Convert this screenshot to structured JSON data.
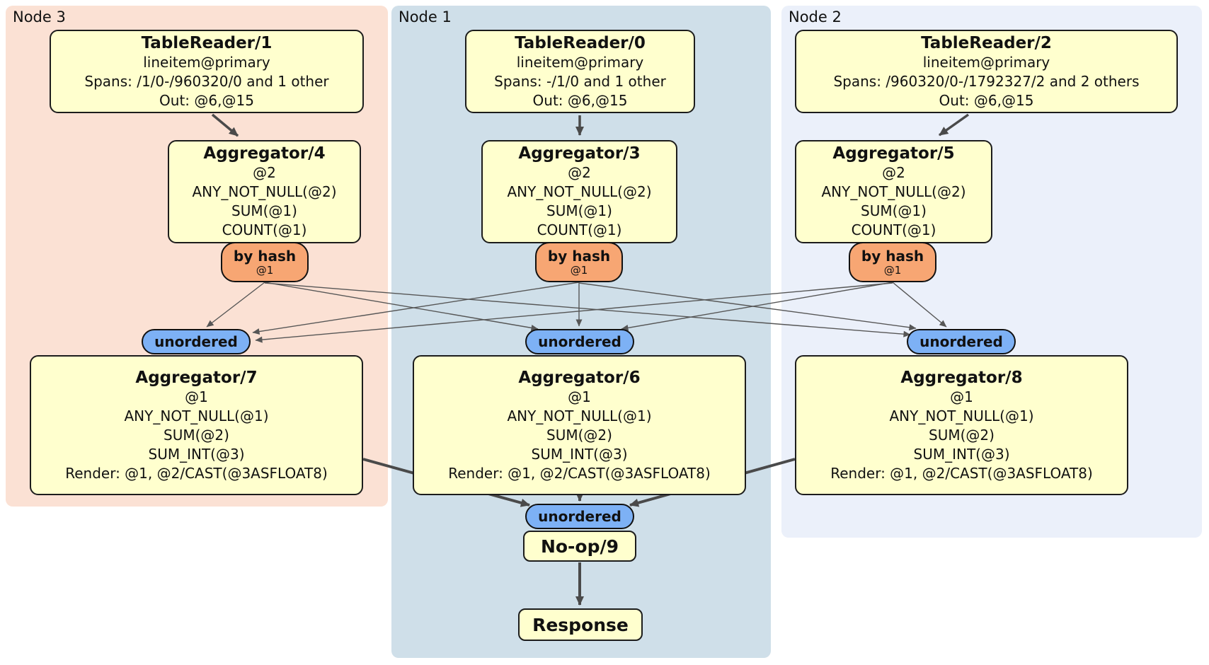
{
  "panels": [
    {
      "label": "Node 3",
      "bg": "#fbe1d4"
    },
    {
      "label": "Node 1",
      "bg": "#cfdfe9"
    },
    {
      "label": "Node 2",
      "bg": "#ebf0fa"
    }
  ],
  "processors": {
    "tr1": {
      "title": "TableReader/1",
      "lines": [
        "lineitem@primary",
        "Spans: /1/0-/960320/0 and 1 other",
        "Out: @6,@15"
      ]
    },
    "tr0": {
      "title": "TableReader/0",
      "lines": [
        "lineitem@primary",
        "Spans: -/1/0 and 1 other",
        "Out: @6,@15"
      ]
    },
    "tr2": {
      "title": "TableReader/2",
      "lines": [
        "lineitem@primary",
        "Spans: /960320/0-/1792327/2 and 2 others",
        "Out: @6,@15"
      ]
    },
    "agg4": {
      "title": "Aggregator/4",
      "lines": [
        "@2",
        "ANY_NOT_NULL(@2)",
        "SUM(@1)",
        "COUNT(@1)"
      ]
    },
    "agg3": {
      "title": "Aggregator/3",
      "lines": [
        "@2",
        "ANY_NOT_NULL(@2)",
        "SUM(@1)",
        "COUNT(@1)"
      ]
    },
    "agg5": {
      "title": "Aggregator/5",
      "lines": [
        "@2",
        "ANY_NOT_NULL(@2)",
        "SUM(@1)",
        "COUNT(@1)"
      ]
    },
    "agg7": {
      "title": "Aggregator/7",
      "lines": [
        "@1",
        "ANY_NOT_NULL(@1)",
        "SUM(@2)",
        "SUM_INT(@3)",
        "Render: @1, @2/CAST(@3ASFLOAT8)"
      ]
    },
    "agg6": {
      "title": "Aggregator/6",
      "lines": [
        "@1",
        "ANY_NOT_NULL(@1)",
        "SUM(@2)",
        "SUM_INT(@3)",
        "Render: @1, @2/CAST(@3ASFLOAT8)"
      ]
    },
    "agg8": {
      "title": "Aggregator/8",
      "lines": [
        "@1",
        "ANY_NOT_NULL(@1)",
        "SUM(@2)",
        "SUM_INT(@3)",
        "Render: @1, @2/CAST(@3ASFLOAT8)"
      ]
    },
    "noop9": {
      "title": "No-op/9"
    },
    "response": {
      "title": "Response"
    }
  },
  "routers": {
    "by_hash": {
      "label": "by hash",
      "key": "@1"
    },
    "unordered": {
      "label": "unordered"
    }
  },
  "colors": {
    "processor_fill": "#ffffce",
    "hash_router_fill": "#f7a673",
    "unordered_fill": "#7db1f5",
    "edge": "#4a4a4a",
    "node3_bg": "#fbe1d4",
    "node1_bg": "#cfdfe9",
    "node2_bg": "#ebf0fa"
  }
}
